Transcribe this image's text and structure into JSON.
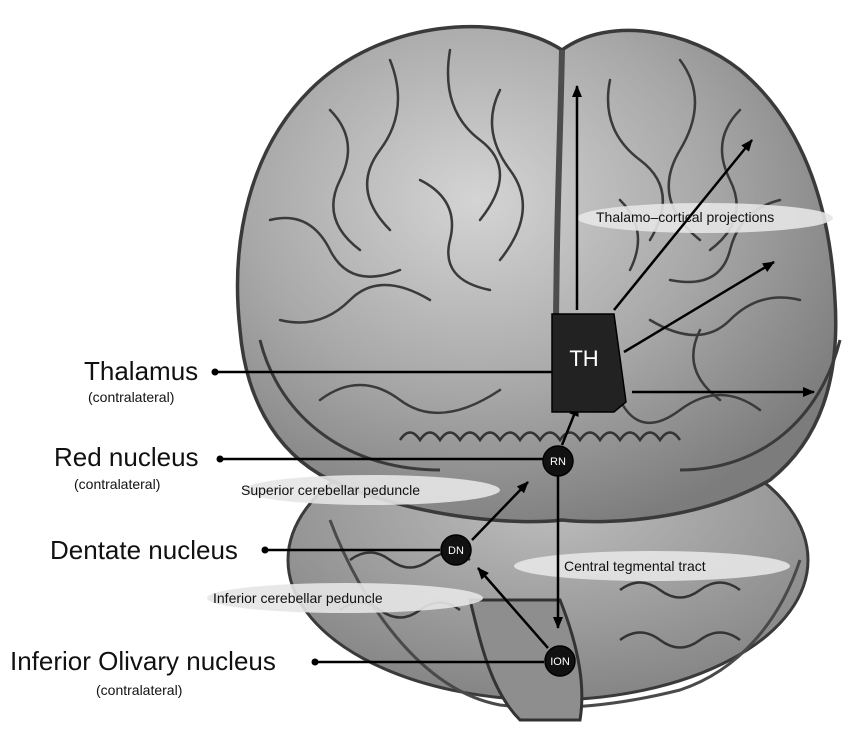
{
  "labels": {
    "thalamus": "Thalamus",
    "thalamus_note": "(contralateral)",
    "red_nucleus": "Red nucleus",
    "red_nucleus_note": "(contralateral)",
    "dentate_nucleus": "Dentate nucleus",
    "inferior_olivary": "Inferior Olivary nucleus",
    "inferior_olivary_note": "(contralateral)"
  },
  "pathways": {
    "thalamo_cortical": "Thalamo–cortical projections",
    "superior_peduncle": "Superior cerebellar peduncle",
    "central_tegmental": "Central tegmental tract",
    "inferior_peduncle": "Inferior cerebellar peduncle"
  },
  "nodes": {
    "th": "TH",
    "rn": "RN",
    "dn": "DN",
    "ion": "ION"
  },
  "colors": {
    "brain_fill": "#9a9a9a",
    "brain_outline": "#3a3a3a",
    "node_fill": "#111111",
    "arrow": "#000000",
    "highlight": "#e6e6e6"
  }
}
